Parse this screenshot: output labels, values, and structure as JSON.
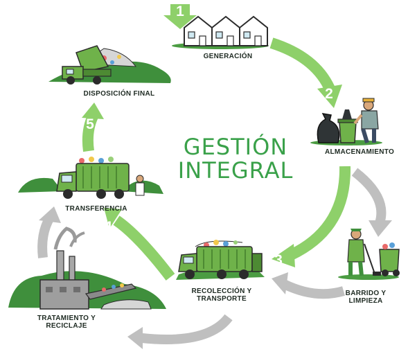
{
  "title": {
    "line1": "GESTIÓN",
    "line2": "INTEGRAL"
  },
  "steps": [
    {
      "number": "1",
      "label": "Generación"
    },
    {
      "number": "2",
      "label": "Almacenamiento"
    },
    {
      "number": "3",
      "label": "Recolección y transporte"
    },
    {
      "number": "4",
      "label": "Transferencia"
    },
    {
      "number": "5",
      "label": "Disposición final"
    }
  ],
  "side_labels": {
    "barrido": "Barrido y limpieza",
    "tratamiento": "Tratamiento y reciclaje"
  },
  "colors": {
    "main_cycle_arrow": "#8ed06a",
    "secondary_arrow": "#bfbfbf",
    "title": "#3aa14a",
    "truck_green": "#6fb24a",
    "vegetation": "#3f8f3c"
  }
}
